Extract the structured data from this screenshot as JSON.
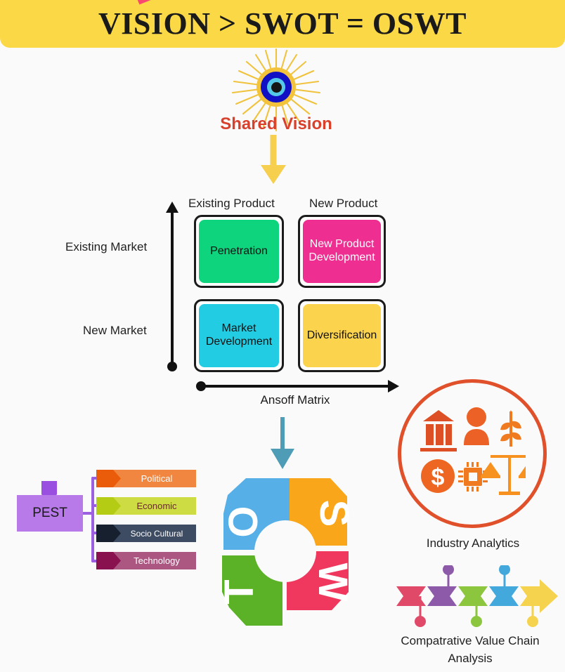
{
  "page": {
    "background_color": "#fbfafa"
  },
  "header": {
    "title": "VISION > SWOT = OSWT",
    "banner_color": "#fbd845",
    "strike_color": "#f8486f",
    "strike_target": "SWOT"
  },
  "vision": {
    "label": "Shared Vision",
    "label_color": "#d9402c",
    "eye_icon": "evil-eye-icon",
    "ray_color": "#f0c33f",
    "arrow_color": "#f5cf4d"
  },
  "ansoff": {
    "caption": "Ansoff Matrix",
    "column_headers": [
      "Existing Product",
      "New Product"
    ],
    "row_headers": [
      "Existing Market",
      "New Market"
    ],
    "quadrants": [
      {
        "label": "Penetration",
        "color": "#0ed47e",
        "text_color": "#111111"
      },
      {
        "label": "New Product\nDevelopment",
        "line1": "New Product",
        "line2": "Development",
        "color": "#ee2e91",
        "text_color": "#ffffff"
      },
      {
        "label": "Market\nDevelopment",
        "line1": "Market",
        "line2": "Development",
        "color": "#22cde3",
        "text_color": "#111111"
      },
      {
        "label": "Diversification",
        "color": "#fcd34d",
        "text_color": "#111111"
      }
    ],
    "axis_color": "#111111",
    "down_arrow_color": "#4e9cb5"
  },
  "pest": {
    "title": "PEST",
    "box_color": "#b77ae8",
    "shield_color": "#9b4fe0",
    "connector_color": "#9b5fe0",
    "items": [
      {
        "label": "Political",
        "bar_color": "#f0863f",
        "cap_color": "#ea5c0a",
        "text_color": "#ffffff"
      },
      {
        "label": "Economic",
        "bar_color": "#ccdc42",
        "cap_color": "#b5cc15",
        "text_color": "#6b2a2a"
      },
      {
        "label": "Socio Cultural",
        "bar_color": "#3d4b63",
        "cap_color": "#16202e",
        "text_color": "#ffffff"
      },
      {
        "label": "Technology",
        "bar_color": "#ac5781",
        "cap_color": "#8a1150",
        "text_color": "#ffffff"
      }
    ]
  },
  "swot": {
    "name": "SWOT pinwheel",
    "segments": [
      {
        "letter": "O",
        "position": "top-left",
        "color": "#57afe8"
      },
      {
        "letter": "S",
        "position": "top-right",
        "color": "#f9a61a"
      },
      {
        "letter": "W",
        "position": "bottom-right",
        "color": "#f0385e"
      },
      {
        "letter": "T",
        "position": "bottom-left",
        "color": "#5cb227"
      }
    ]
  },
  "industry": {
    "label": "Industry Analytics",
    "circle_color": "#e0512b",
    "icon_color": "#ed6a25",
    "icons": [
      "bank-icon",
      "person-icon",
      "plant-icon",
      "dollar-coin-icon",
      "microchip-icon",
      "scales-of-justice-icon"
    ]
  },
  "valuechain": {
    "label_line1": "Compatrative Value Chain",
    "label_line2": "Analysis",
    "segments": [
      {
        "color": "#e04968",
        "marker": "below"
      },
      {
        "color": "#8c5aa8",
        "marker": "above"
      },
      {
        "color": "#8cc63e",
        "marker": "below"
      },
      {
        "color": "#43a9dd",
        "marker": "above"
      },
      {
        "color": "#f6d34e",
        "marker": "below"
      }
    ]
  }
}
